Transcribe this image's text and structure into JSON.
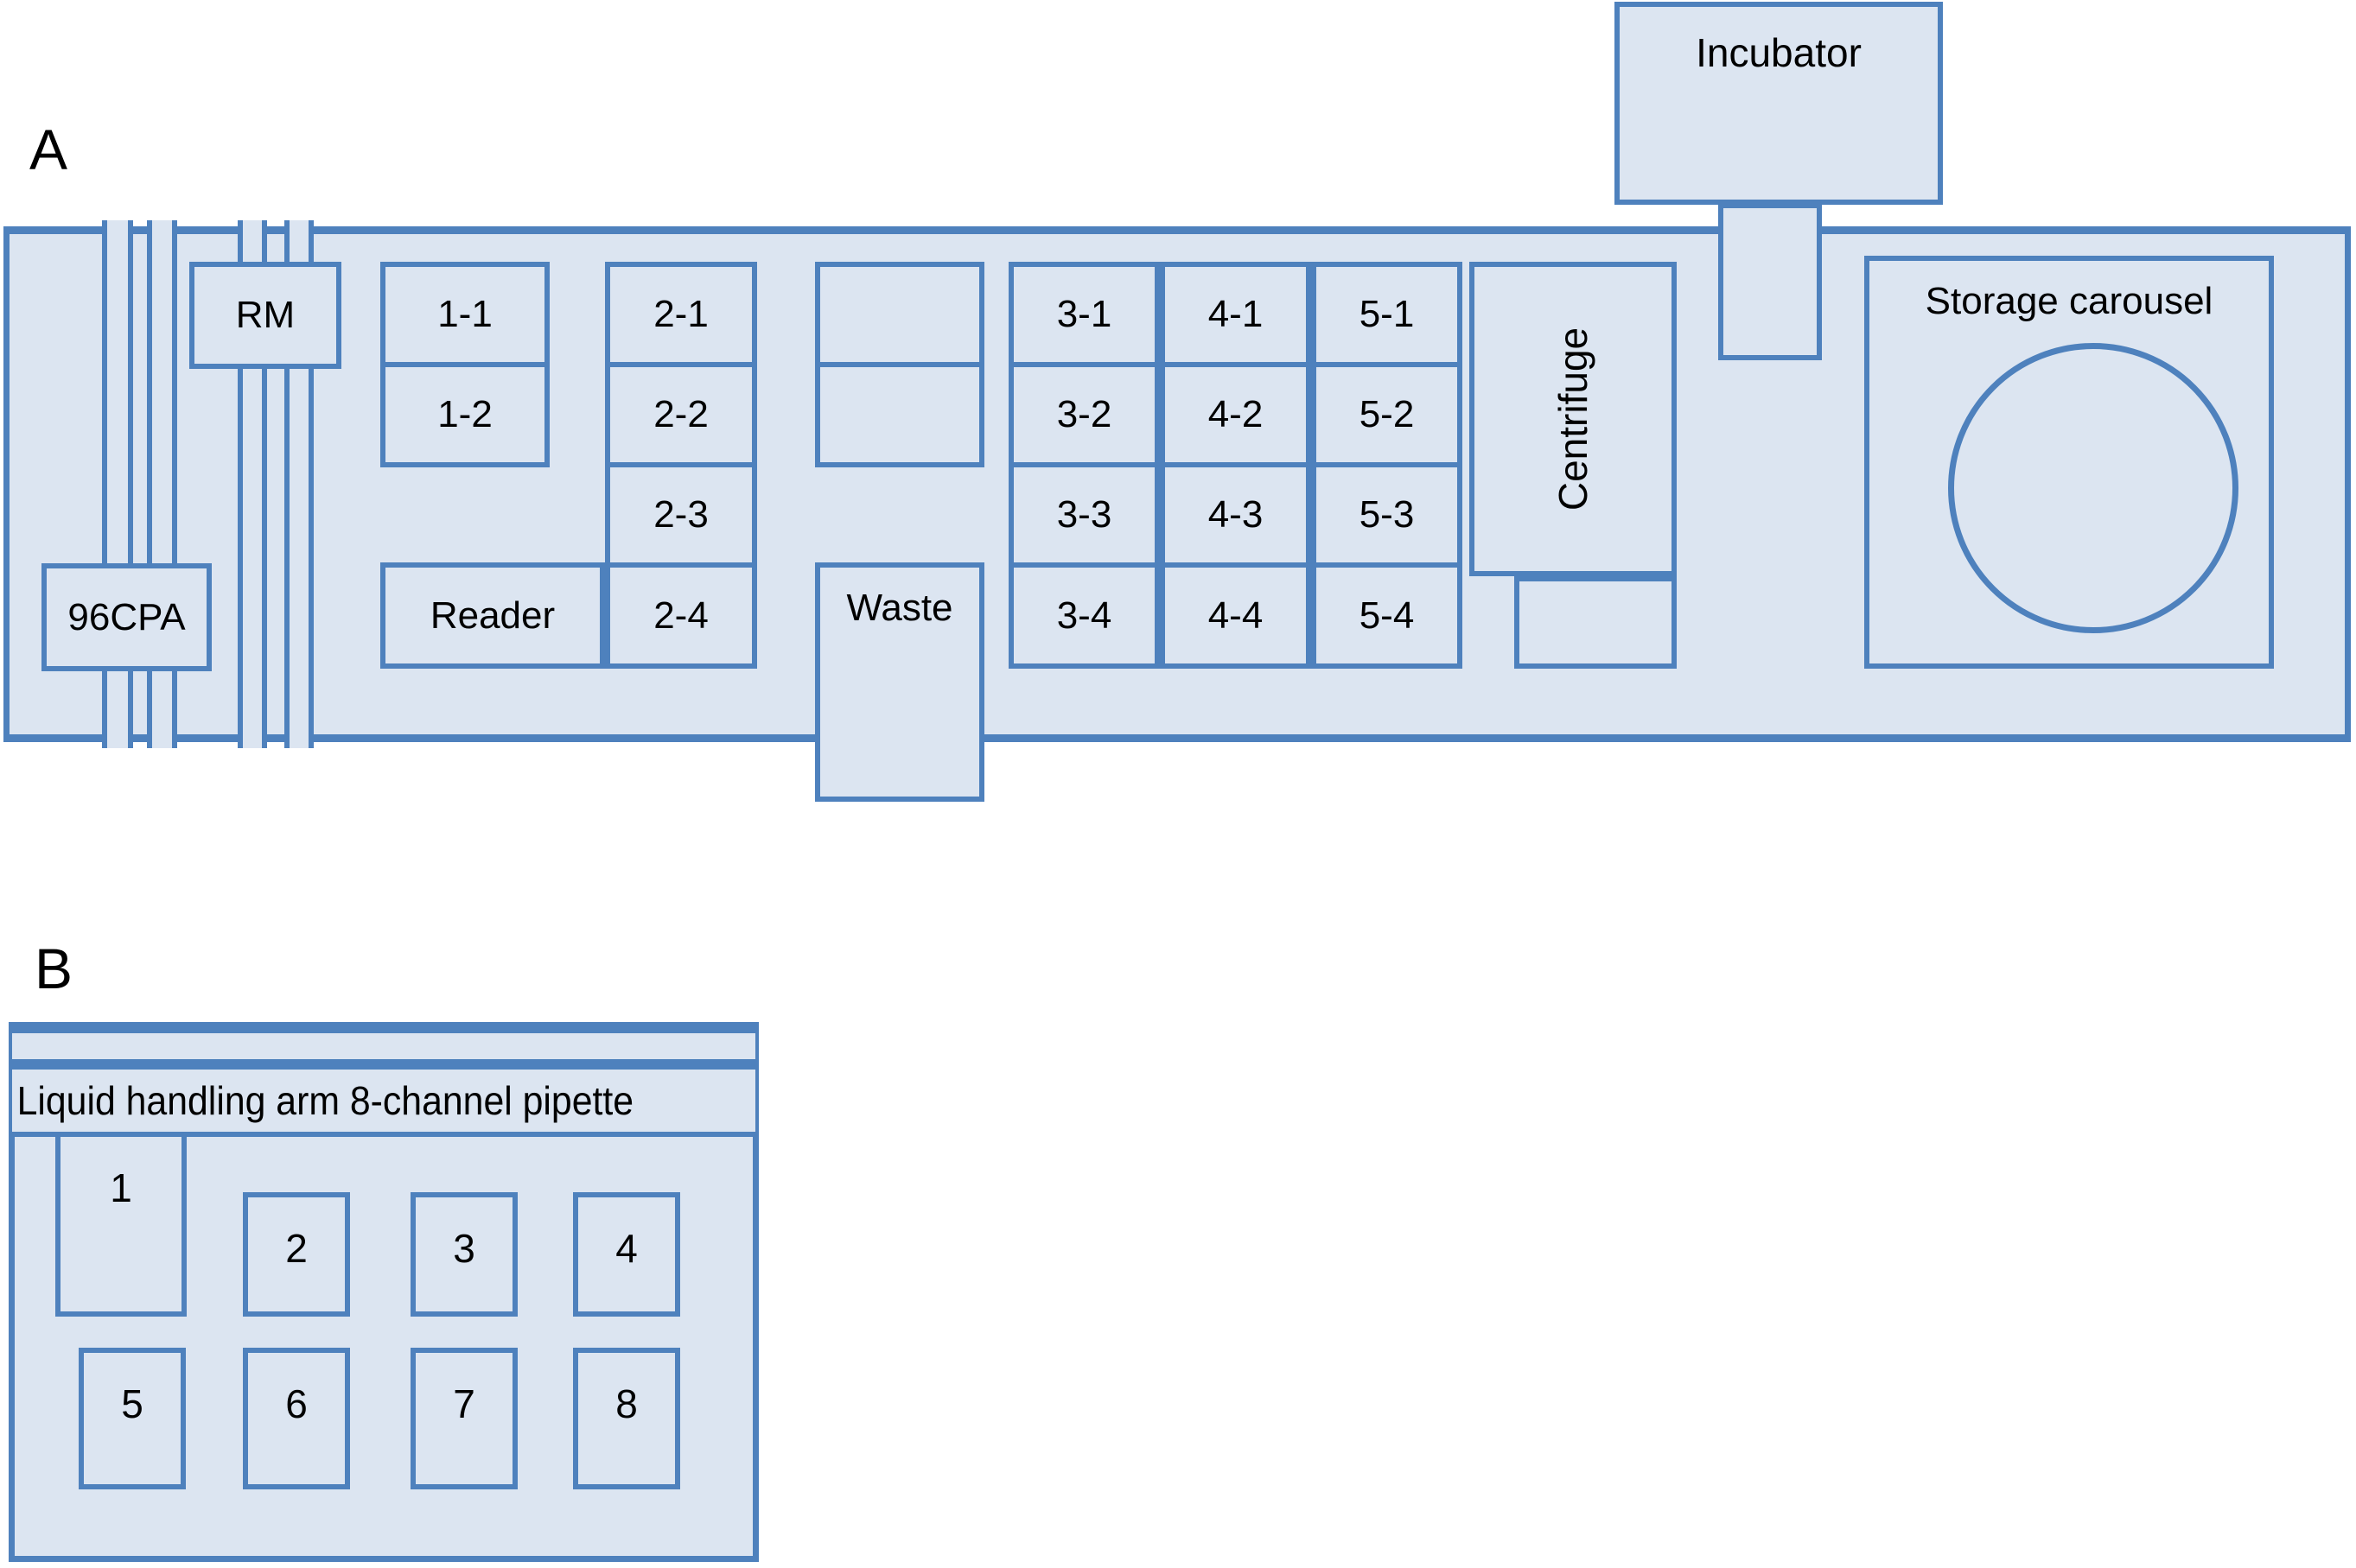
{
  "panels": {
    "a": {
      "letter": "A"
    },
    "b": {
      "letter": "B"
    }
  },
  "deck": {
    "modules": {
      "rm": "RM",
      "cpa": "96CPA",
      "reader": "Reader",
      "waste": "Waste",
      "centrifuge": "Centrifuge",
      "incubator": "Incubator",
      "storage_carousel": "Storage carousel"
    },
    "column1": [
      "1-1",
      "1-2"
    ],
    "column2": [
      "2-1",
      "2-2",
      "2-3",
      "2-4"
    ],
    "column_empty": [
      "",
      ""
    ],
    "plate_grid": {
      "columns": [
        "3",
        "4",
        "5"
      ],
      "rows": [
        "1",
        "2",
        "3",
        "4"
      ],
      "cells": [
        [
          "3-1",
          "4-1",
          "5-1"
        ],
        [
          "3-2",
          "4-2",
          "5-2"
        ],
        [
          "3-3",
          "4-3",
          "5-3"
        ],
        [
          "3-4",
          "4-4",
          "5-4"
        ]
      ]
    },
    "centrifuge_sub": "",
    "incubator_port": ""
  },
  "pipette": {
    "arm_label": "Liquid handling arm 8-channel pipette",
    "channels_row1": [
      "1",
      "2",
      "3",
      "4"
    ],
    "channels_row2": [
      "5",
      "6",
      "7",
      "8"
    ]
  },
  "colors": {
    "fill": "#DCE5F1",
    "stroke": "#4E81BD",
    "text": "#000000",
    "background": "#FFFFFF"
  }
}
